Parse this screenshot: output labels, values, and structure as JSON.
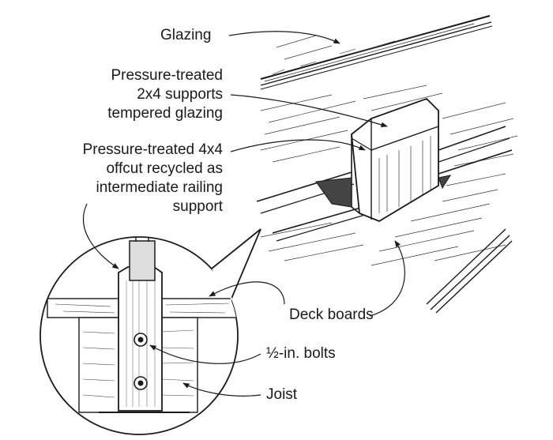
{
  "labels": {
    "glazing": "Glazing",
    "support_2x4": [
      "Pressure-treated",
      "2x4 supports",
      "tempered glazing"
    ],
    "offcut_4x4": [
      "Pressure-treated 4x4",
      "offcut recycled as",
      "intermediate railing",
      "support"
    ],
    "deck_boards": "Deck boards",
    "bolts": "½-in. bolts",
    "joist": "Joist"
  }
}
